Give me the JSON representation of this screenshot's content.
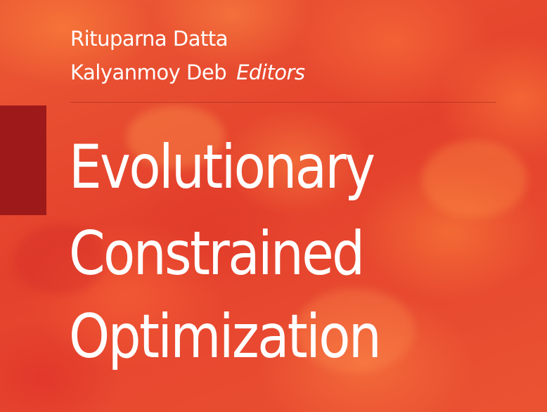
{
  "cover": {
    "editors": [
      {
        "name": "Rituparna Datta"
      },
      {
        "name": "Kalyanmoy Deb",
        "role": "Editors"
      }
    ],
    "title_lines": [
      "Evolutionary",
      "Constrained",
      "Optimization"
    ],
    "colors": {
      "background": "#e8452e",
      "accent_bar": "#9e1a1a",
      "text": "#ffffff"
    }
  }
}
